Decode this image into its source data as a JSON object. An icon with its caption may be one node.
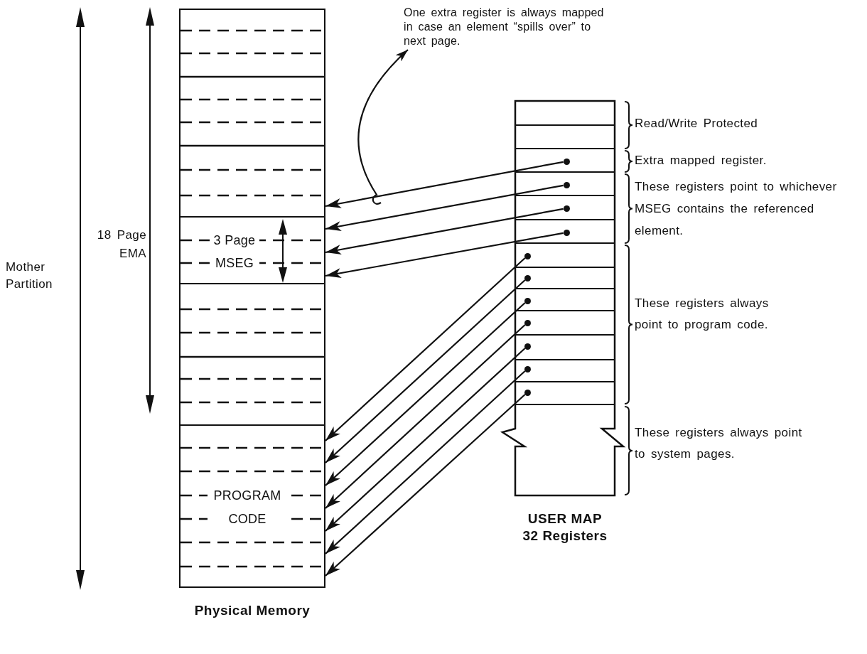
{
  "diagram": {
    "nodes": [
      {
        "text": [
          "One extra register is always mapped in case an element “spills over” to next page."
        ]
      },
      {
        "text": [
          "Physical Memory"
        ]
      },
      {
        "text": [
          "3 Page MSEG"
        ],
        "in": 1
      },
      {
        "text": [
          "PROGRAM CODE"
        ],
        "in": 1
      },
      {
        "text": [
          "USER MAP 32 Registers"
        ]
      },
      {
        "text": [],
        "shape": "box",
        "in": 4
      },
      {
        "text": [],
        "shape": "box",
        "in": 4
      },
      {
        "text": [],
        "shape": "box",
        "in": 4
      },
      {
        "text": [],
        "shape": "box",
        "in": 4
      },
      {
        "text": [],
        "shape": "box",
        "in": 4
      },
      {
        "text": [],
        "shape": "box",
        "in": 4
      },
      {
        "text": [],
        "shape": "box",
        "in": 4
      },
      {
        "text": [],
        "shape": "box",
        "in": 4
      },
      {
        "text": [],
        "shape": "box",
        "in": 4
      },
      {
        "text": [],
        "shape": "box",
        "in": 4
      },
      {
        "text": [],
        "shape": "box",
        "in": 4
      },
      {
        "text": [],
        "shape": "box",
        "in": 4
      },
      {
        "text": [],
        "shape": "box",
        "in": 4
      },
      {
        "text": [],
        "shape": "circle",
        "in": 7
      },
      {
        "text": [],
        "shape": "circle",
        "in": 8
      },
      {
        "text": [],
        "shape": "circle",
        "in": 9
      },
      {
        "text": [],
        "shape": "circle",
        "in": 10
      },
      {
        "text": [],
        "shape": "circle",
        "in": 11
      },
      {
        "text": [],
        "shape": "circle",
        "in": 12
      },
      {
        "text": [],
        "shape": "circle",
        "in": 13
      },
      {
        "text": [],
        "shape": "circle",
        "in": 14
      },
      {
        "text": [],
        "shape": "circle",
        "in": 15
      },
      {
        "text": [],
        "shape": "circle",
        "in": 16
      },
      {
        "text": [],
        "shape": "circle",
        "in": 17
      }
    ],
    "edges": [
      {
        "from": 18,
        "to": 1,
        "arrow": "to"
      },
      {
        "from": 19,
        "to": 2,
        "arrow": "to"
      },
      {
        "from": 20,
        "to": 2,
        "arrow": "to"
      },
      {
        "from": 21,
        "to": 2,
        "arrow": "to"
      },
      {
        "from": 22,
        "to": 3,
        "arrow": "to"
      },
      {
        "from": 23,
        "to": 3,
        "arrow": "to"
      },
      {
        "from": 24,
        "to": 3,
        "arrow": "to"
      },
      {
        "from": 25,
        "to": 3,
        "arrow": "to"
      },
      {
        "from": 26,
        "to": 3,
        "arrow": "to"
      },
      {
        "from": 27,
        "to": 3,
        "arrow": "to"
      },
      {
        "from": 28,
        "to": 3,
        "arrow": "to"
      },
      {
        "from": null,
        "to": 0,
        "arrow": "to"
      }
    ],
    "labels": [
      "Mother Partition",
      "18 Page EMA",
      "Read/Write Protected",
      "Extra mapped register.",
      "These registers point to whichever MSEG contains the referenced element.",
      "These registers always point to program code.",
      "These registers always point to system pages."
    ]
  }
}
